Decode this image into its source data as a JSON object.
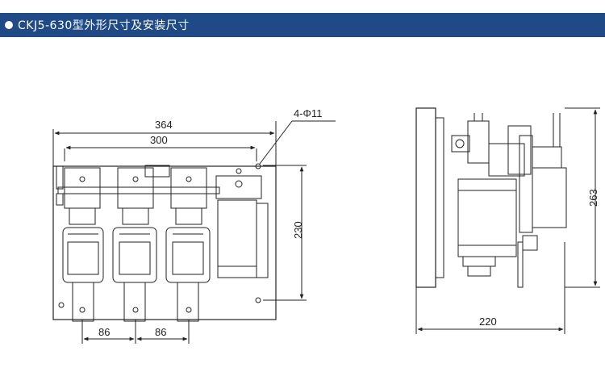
{
  "header": {
    "title": "CKJ5-630型外形尺寸及安装尺寸"
  },
  "front_view": {
    "hole_callout": "4-Φ11",
    "dim_overall_width": "364",
    "dim_mount_width": "300",
    "dim_mount_height": "230",
    "dim_pole_pitch_1": "86",
    "dim_pole_pitch_2": "86"
  },
  "side_view": {
    "dim_height": "263",
    "dim_depth": "220"
  },
  "colors": {
    "title_bar": "#1f4a86",
    "line": "#222222"
  }
}
